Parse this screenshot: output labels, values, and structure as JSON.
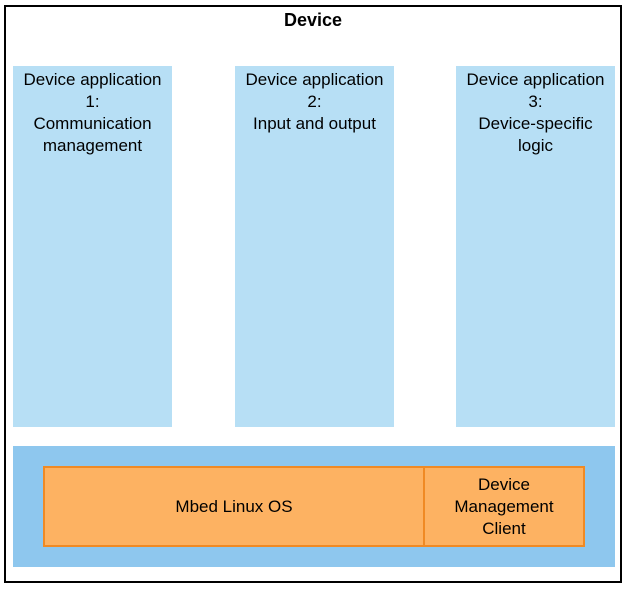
{
  "device": {
    "title": "Device"
  },
  "applications": [
    {
      "label": "Device application\n1:\nCommunication\nmanagement"
    },
    {
      "label": "Device application\n2:\nInput and output"
    },
    {
      "label": "Device application\n3:\nDevice-specific\nlogic"
    }
  ],
  "platform": {
    "os_label": "Mbed Linux OS",
    "client_label": "Device\nManagement\nClient"
  },
  "colors": {
    "application_fill": "#b7dff5",
    "platform_fill": "#8ec7ee",
    "component_fill": "#fdb262",
    "component_border": "#f08a24"
  }
}
